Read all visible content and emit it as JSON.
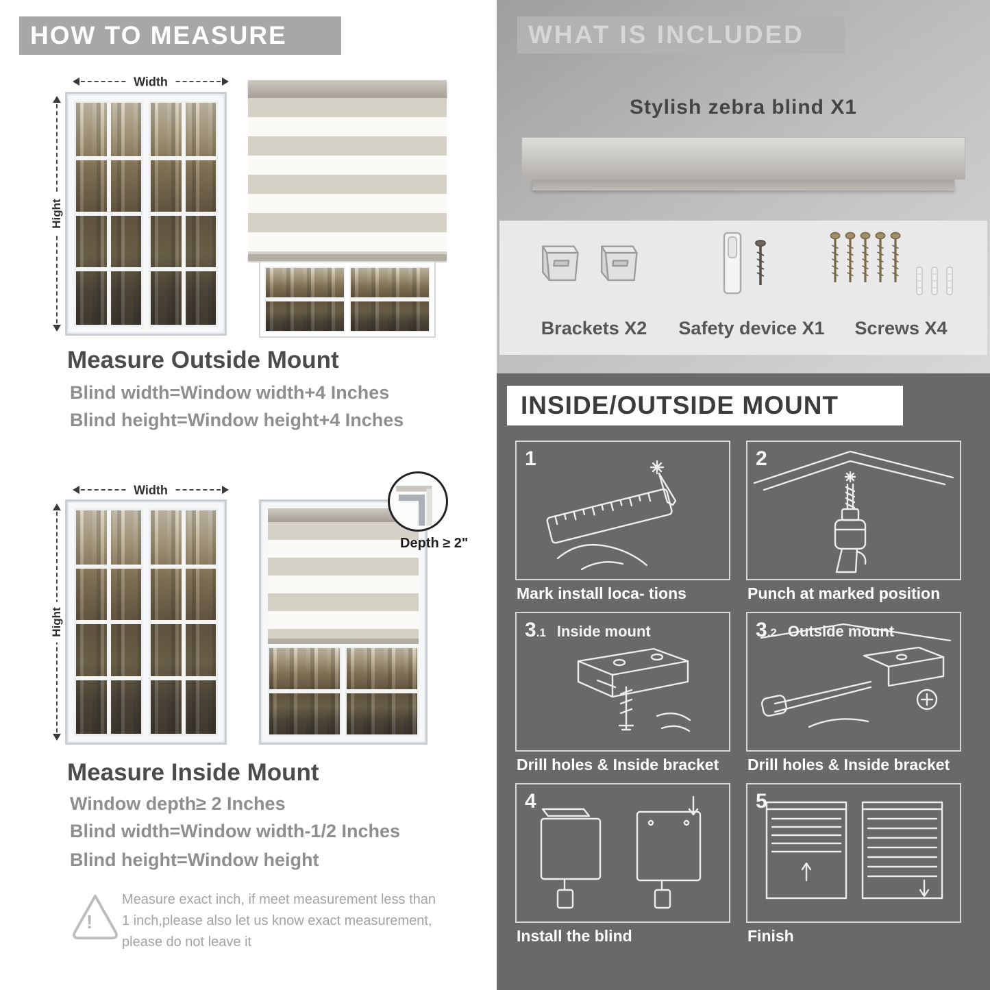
{
  "left": {
    "header": "HOW TO MEASURE",
    "labels": {
      "width": "Width",
      "height": "Hight"
    },
    "outside": {
      "title": "Measure Outside Mount",
      "line1": "Blind width=Window width+4 Inches",
      "line2": "Blind height=Window height+4 Inches"
    },
    "inside": {
      "depth_callout": "Depth ≥ 2\"",
      "title": "Measure Inside Mount",
      "line1": "Window depth≥ 2 Inches",
      "line2": "Blind width=Window width-1/2 Inches",
      "line3": "Blind height=Window height"
    },
    "warning": {
      "mark": "!",
      "text": "Measure exact inch, if meet measurement less than 1 inch,please also let us know exact measurement, please do not leave it"
    }
  },
  "right": {
    "included": {
      "header": "WHAT IS INCLUDED",
      "blind_label": "Stylish zebra blind X1",
      "items": [
        {
          "label": "Brackets X2"
        },
        {
          "label": "Safety device X1"
        },
        {
          "label": "Screws X4"
        }
      ]
    },
    "mount": {
      "header": "INSIDE/OUTSIDE MOUNT",
      "steps": [
        {
          "num": "1",
          "sub": "",
          "tag": "",
          "caption": "Mark install loca- tions"
        },
        {
          "num": "2",
          "sub": "",
          "tag": "",
          "caption": "Punch at  marked position"
        },
        {
          "num": "3",
          "sub": ".1",
          "tag": "Inside mount",
          "caption": "Drill holes &  Inside bracket"
        },
        {
          "num": "3",
          "sub": ".2",
          "tag": "Outside mount",
          "caption": "Drill holes &  Inside bracket"
        },
        {
          "num": "4",
          "sub": "",
          "tag": "",
          "caption": "Install the blind"
        },
        {
          "num": "5",
          "sub": "",
          "tag": "",
          "caption": "Finish"
        }
      ]
    }
  },
  "colors": {
    "left_header_bg": "#a7a7a7",
    "right_top_bg": "#bcbcbc",
    "dark_section_bg": "#696969",
    "title_text": "#4b4b4b",
    "muted_text": "#8e8e8e"
  }
}
